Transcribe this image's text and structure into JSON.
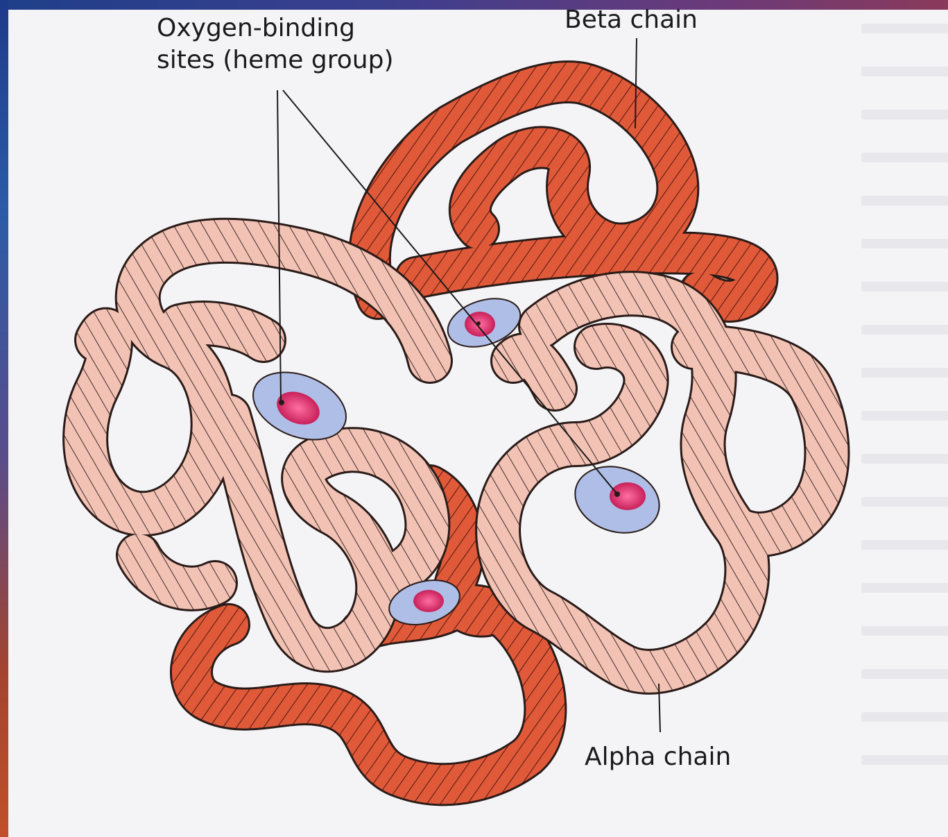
{
  "labels": {
    "oxygen_line1": "Oxygen-binding",
    "oxygen_line2": "sites (heme group)",
    "beta": "Beta chain",
    "alpha": "Alpha chain"
  },
  "colors": {
    "beta_chain": "#e05a3a",
    "alpha_chain": "#f2c2b4",
    "heme_disc": "#aebee6",
    "heme_center": "#d9306a",
    "outline": "#2a1b18"
  }
}
